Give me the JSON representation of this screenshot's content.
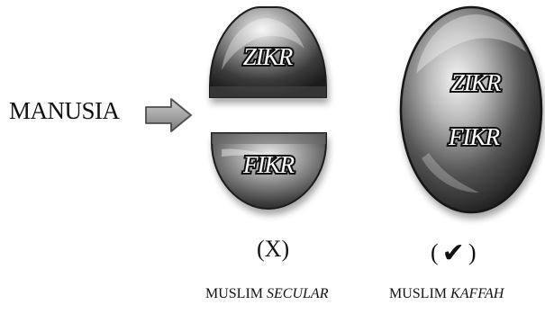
{
  "diagram": {
    "source_label": "MANUSIA",
    "split_shape": {
      "top_label": "ZIKR",
      "bottom_label": "FIKR",
      "mark_open": "(",
      "mark": "X",
      "mark_close": ")",
      "caption_prefix": "MUSLIM",
      "caption_emphasis": "SECULAR"
    },
    "whole_shape": {
      "top_label": "ZIKR",
      "bottom_label": "FIKR",
      "mark_open": "(",
      "mark": "✔",
      "mark_close": ")",
      "caption_prefix": "MUSLIM",
      "caption_emphasis": "KAFFAH"
    }
  },
  "colors": {
    "shape_dark": "#2e2e2e",
    "shape_light": "#e8e8e8",
    "text_fill": "#ffffff",
    "text_stroke": "#111111",
    "arrow": "#9a9a9a"
  }
}
